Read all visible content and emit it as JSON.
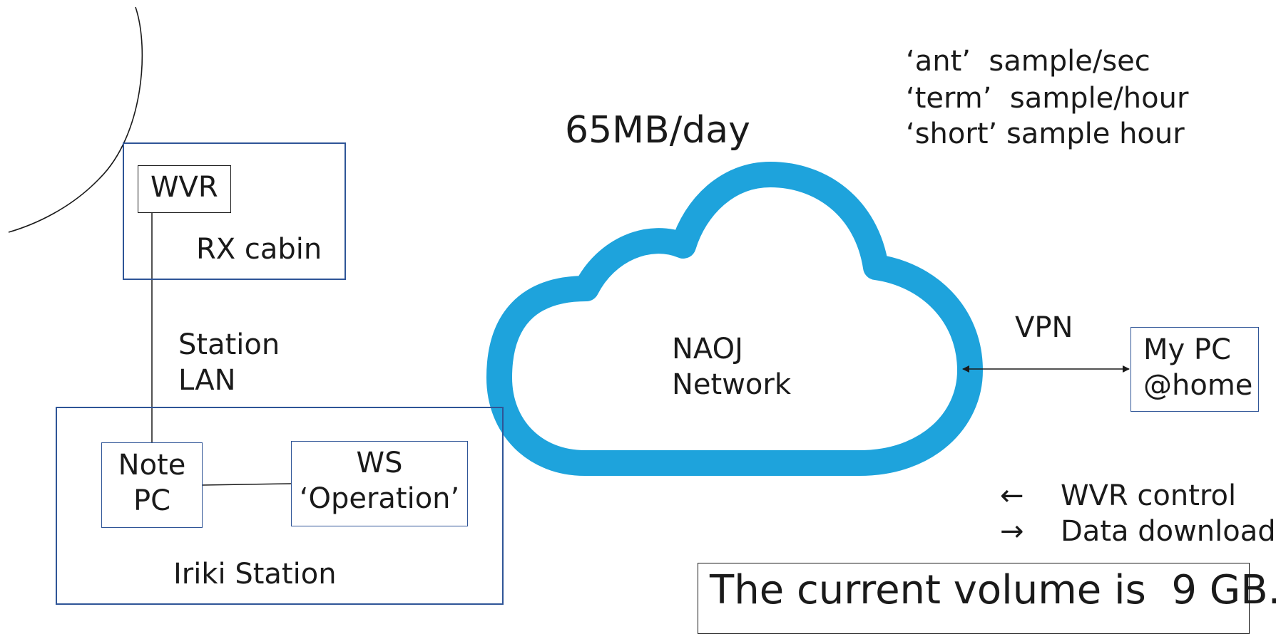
{
  "diagram": {
    "rx_cabin": {
      "label": "RX cabin",
      "device": "WVR"
    },
    "station_lan": {
      "line1": "Station",
      "line2": "LAN"
    },
    "iriki_station": {
      "label": "Iriki Station",
      "note_pc": {
        "line1": "Note",
        "line2": "PC"
      },
      "ws": {
        "line1": "WS",
        "line2": "‘Operation’"
      }
    },
    "data_rate": "65MB/day",
    "samples": [
      "‘ant’  sample/sec",
      "‘term’  sample/hour",
      "‘short’ sample hour"
    ],
    "cloud": {
      "line1": "NAOJ",
      "line2": "Network",
      "color": "#1ea3dc"
    },
    "vpn_label": "VPN",
    "home_pc": {
      "line1": "My PC",
      "line2": "@home"
    },
    "legend": [
      {
        "arrow": "←",
        "text": "WVR control"
      },
      {
        "arrow": "→",
        "text": "Data download"
      }
    ],
    "volume_note": "The current volume is  9 GB."
  }
}
